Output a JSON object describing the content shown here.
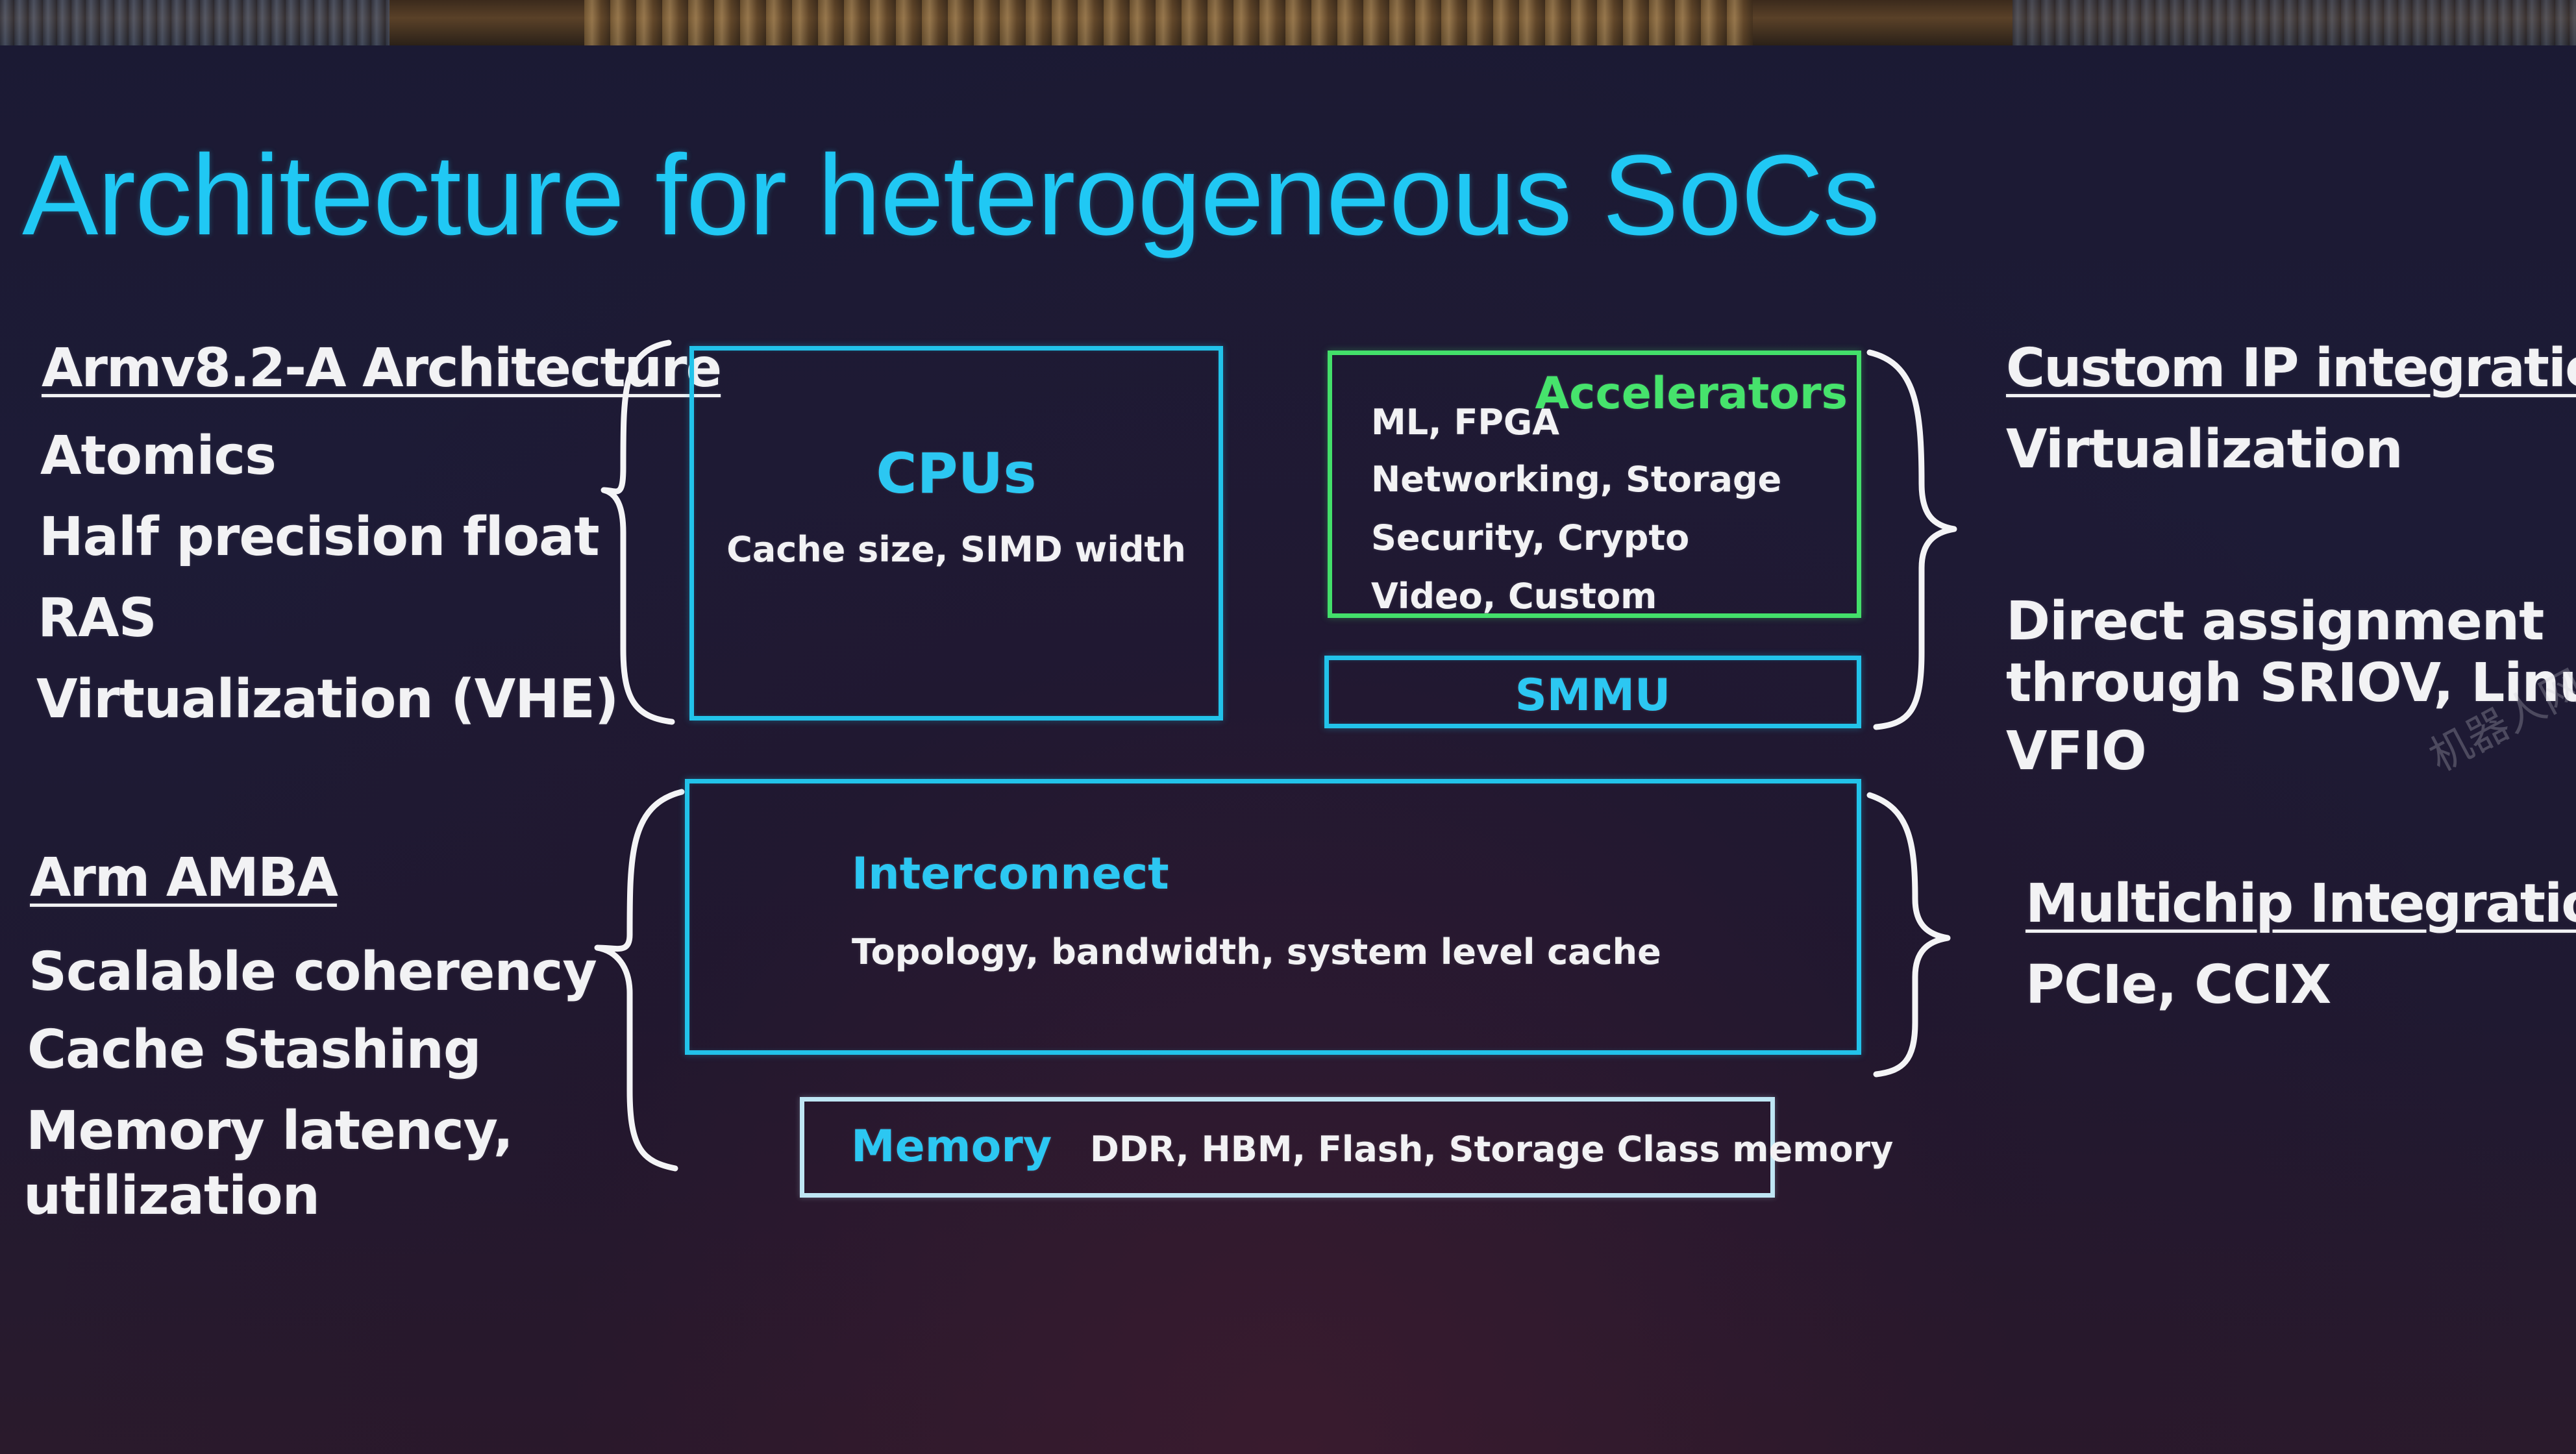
{
  "slide": {
    "title": "Architecture for heterogeneous SoCs"
  },
  "left_top": {
    "heading": "Armv8.2-A Architecture",
    "items": [
      "Atomics",
      "Half precision float",
      "RAS",
      "Virtualization (VHE)"
    ]
  },
  "left_bottom": {
    "heading": "Arm AMBA",
    "items": [
      "Scalable coherency",
      "Cache Stashing",
      "Memory latency,",
      "utilization"
    ]
  },
  "cpus_box": {
    "title": "CPUs",
    "subtitle": "Cache size, SIMD width"
  },
  "accelerators_box": {
    "title": "Accelerators",
    "items": [
      "ML, FPGA",
      "Networking, Storage",
      "Security, Crypto",
      "Video, Custom"
    ]
  },
  "smmu_box": {
    "title": "SMMU"
  },
  "interconnect_box": {
    "title": "Interconnect",
    "subtitle": "Topology, bandwidth, system level cache"
  },
  "memory_box": {
    "title": "Memory",
    "subtitle": "DDR, HBM, Flash, Storage Class memory"
  },
  "right_top": {
    "heading": "Custom IP integration",
    "items": [
      "Virtualization"
    ],
    "extra": [
      "Direct assignment",
      "through SRIOV, Linux",
      "VFIO"
    ]
  },
  "right_bottom": {
    "heading": "Multichip Integration",
    "items": [
      "PCIe, CCIX"
    ]
  },
  "watermark": "机器人网",
  "colors": {
    "accent_blue": "#22c3ea",
    "accent_green": "#43df6a",
    "text": "#f2f2f4",
    "background": "#1d1b36"
  }
}
